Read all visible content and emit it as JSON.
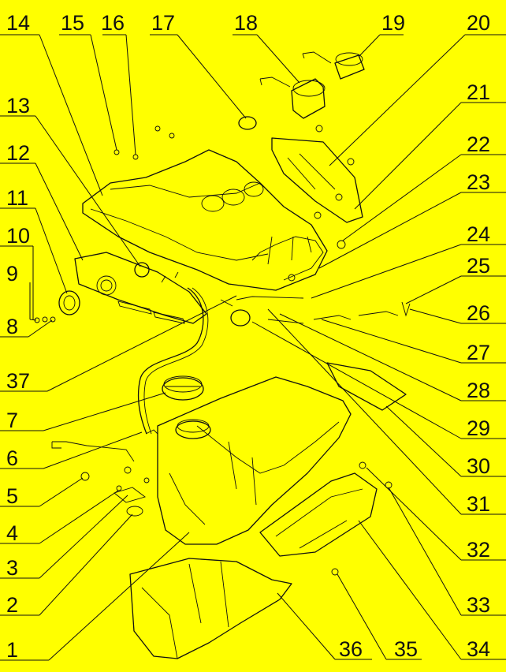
{
  "diagram": {
    "background_color": "#ffff00",
    "line_color": "#111111",
    "callouts": [
      "1",
      "2",
      "3",
      "4",
      "5",
      "6",
      "7",
      "8",
      "9",
      "10",
      "11",
      "12",
      "13",
      "14",
      "15",
      "16",
      "17",
      "18",
      "19",
      "20",
      "21",
      "22",
      "23",
      "24",
      "25",
      "26",
      "27",
      "28",
      "29",
      "30",
      "31",
      "32",
      "33",
      "34",
      "35",
      "36",
      "37"
    ]
  }
}
